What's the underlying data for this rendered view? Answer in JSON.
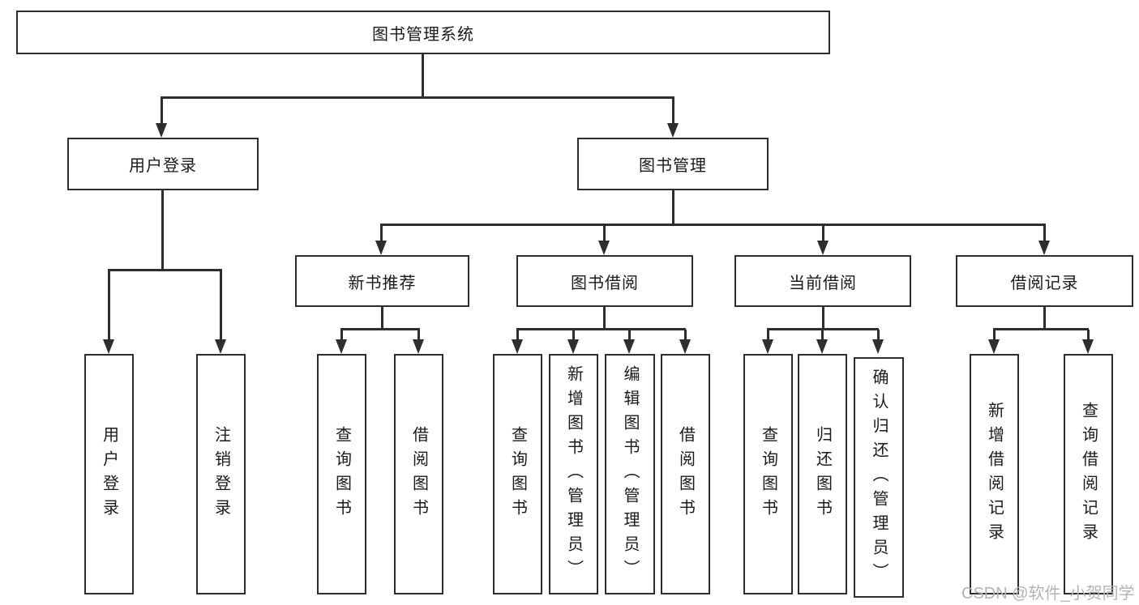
{
  "diagram_title": "图书管理系统",
  "tree": {
    "label": "图书管理系统",
    "children": [
      {
        "label": "用户登录",
        "children": [
          {
            "label": "用户登录"
          },
          {
            "label": "注销登录"
          }
        ]
      },
      {
        "label": "图书管理",
        "children": [
          {
            "label": "新书推荐",
            "children": [
              {
                "label": "查询图书"
              },
              {
                "label": "借阅图书"
              }
            ]
          },
          {
            "label": "图书借阅",
            "children": [
              {
                "label": "查询图书"
              },
              {
                "label": "新增图书（管理员）"
              },
              {
                "label": "编辑图书（管理员）"
              },
              {
                "label": "借阅图书"
              }
            ]
          },
          {
            "label": "当前借阅",
            "children": [
              {
                "label": "查询图书"
              },
              {
                "label": "归还图书"
              },
              {
                "label": "确认归还（管理员）"
              }
            ]
          },
          {
            "label": "借阅记录",
            "children": [
              {
                "label": "新增借阅记录"
              },
              {
                "label": "查询借阅记录"
              }
            ]
          }
        ]
      }
    ]
  },
  "watermark": "CSDN @软件_小贺同学",
  "colors": {
    "line": "#2e2e2e",
    "text": "#1a1a1a",
    "background": "#ffffff",
    "watermark": "#b3b3b3"
  }
}
